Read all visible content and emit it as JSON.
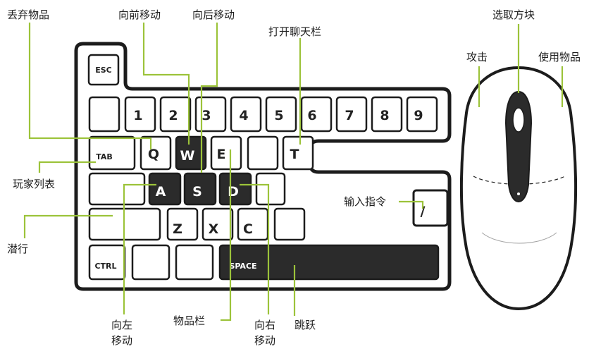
{
  "keyboard": {
    "esc": "ESC",
    "number_row": [
      "1",
      "2",
      "3",
      "4",
      "5",
      "6",
      "7",
      "8",
      "9"
    ],
    "tab": "TAB",
    "q": "Q",
    "w": "W",
    "e": "E",
    "t": "T",
    "a": "A",
    "s": "S",
    "d": "D",
    "z": "Z",
    "x": "X",
    "c": "C",
    "slash": "/",
    "ctrl": "CTRL",
    "space": "SPACE"
  },
  "labels": {
    "drop_item": "丢弃物品",
    "move_forward": "向前移动",
    "move_back": "向后移动",
    "open_chat": "打开聊天栏",
    "pick_block": "选取方块",
    "attack": "攻击",
    "use_item": "使用物品",
    "player_list": "玩家列表",
    "command": "输入指令",
    "sneak": "潜行",
    "move_left_1": "向左",
    "move_left_2": "移动",
    "hotbar": "物品栏",
    "move_right_1": "向右",
    "move_right_2": "移动",
    "jump": "跳跃"
  },
  "colors": {
    "outline": "#1c1c1c",
    "key_fill_light": "#ffffff",
    "key_fill_dark": "#2b2b2b",
    "leader_line": "#9cc33a",
    "label_text": "#1e1e1e"
  }
}
